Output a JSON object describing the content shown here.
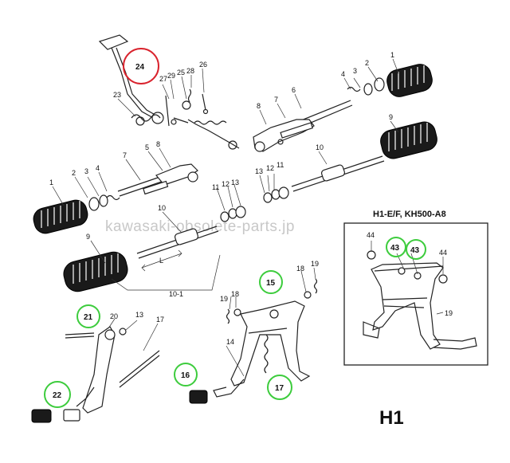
{
  "watermark": "kawasaki-obsolete-parts.jp",
  "inset_title": "H1-E/F, KH500-A8",
  "page_label": "H1",
  "dimension_label": "L",
  "colors": {
    "background": "#ffffff",
    "line": "#222222",
    "highlight_red": "#d9232d",
    "highlight_green": "#3dcc3d",
    "watermark": "#c8c8c8"
  },
  "callouts": {
    "c1a": "1",
    "c1b": "1",
    "c2a": "2",
    "c2b": "2",
    "c3a": "3",
    "c3b": "3",
    "c4a": "4",
    "c4b": "4",
    "c5": "5",
    "c6": "6",
    "c7a": "7",
    "c7b": "7",
    "c8a": "8",
    "c8b": "8",
    "c9a": "9",
    "c9b": "9",
    "c10a": "10",
    "c10b": "10",
    "c10_1": "10-1",
    "c11a": "11",
    "c11b": "11",
    "c12a": "12",
    "c12b": "12",
    "c13a": "13",
    "c13b": "13",
    "c13c": "13",
    "c14": "14",
    "c15": "15",
    "c16": "16",
    "c17a": "17",
    "c17b": "17",
    "c18a": "18",
    "c18b": "18",
    "c19a": "19",
    "c19b": "19",
    "c19c": "19",
    "c20": "20",
    "c21": "21",
    "c22": "22",
    "c23": "23",
    "c24": "24",
    "c25": "25",
    "c26": "26",
    "c27": "27",
    "c28": "28",
    "c29": "29",
    "c43a": "43",
    "c43b": "43",
    "c44a": "44",
    "c44b": "44"
  }
}
